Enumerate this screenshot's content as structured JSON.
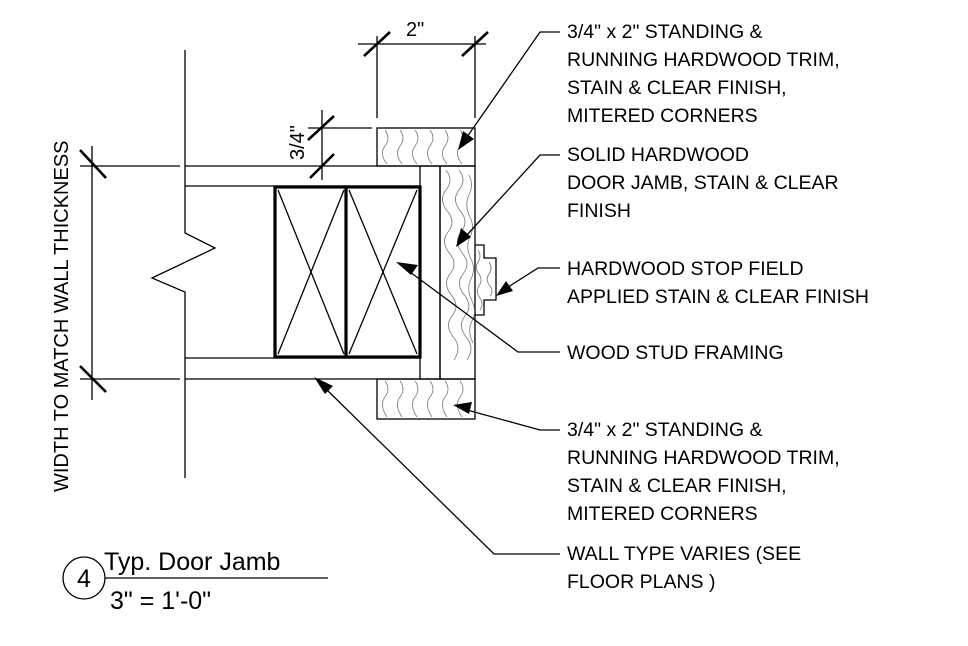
{
  "dimensions": {
    "trim_width": "2\"",
    "trim_thickness": "3/4\"",
    "wall_thickness": "WIDTH TO MATCH WALL THICKNESS"
  },
  "notes": {
    "trim_top": [
      "3/4\" x 2\"  STANDING &",
      "RUNNING HARDWOOD TRIM,",
      "STAIN & CLEAR FINISH,",
      "MITERED CORNERS"
    ],
    "jamb": [
      "SOLID HARDWOOD",
      "DOOR JAMB, STAIN & CLEAR",
      "FINISH"
    ],
    "stop": [
      "HARDWOOD STOP FIELD",
      "APPLIED STAIN & CLEAR FINISH"
    ],
    "stud": [
      "WOOD STUD FRAMING"
    ],
    "trim_bottom": [
      "3/4\" x 2\"  STANDING &",
      "RUNNING HARDWOOD TRIM,",
      "STAIN & CLEAR FINISH,",
      "MITERED CORNERS"
    ],
    "wall": [
      "WALL TYPE VARIES (SEE",
      "FLOOR PLANS )"
    ]
  },
  "title_block": {
    "number": "4",
    "title": "Typ. Door Jamb",
    "scale": "3\" = 1'-0\""
  }
}
